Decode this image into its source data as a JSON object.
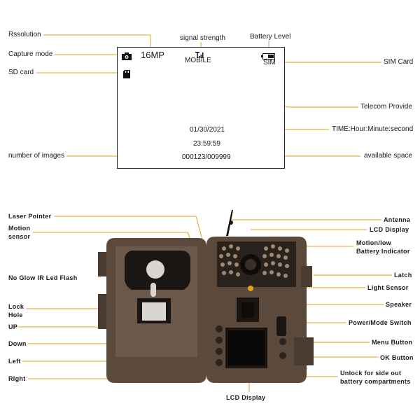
{
  "lcd_screen": {
    "resolution_value": "16MP",
    "network": "MOBILE",
    "sim": "SIM",
    "date": "01/30/2021",
    "time": "23:59:59",
    "counter": "000123/009999"
  },
  "lcd_callouts": {
    "resolution": "Rssolution",
    "capture_mode": "Capture mode",
    "sd_card": "SD card",
    "signal_strength": "signal strength",
    "battery_level": "Battery Level",
    "sim_card": "SIM Card",
    "telecom_provider": "Telecom Provide",
    "time_format": "TIME:Hour:Minute:second",
    "number_of_images": "number of images",
    "available_space": "available space"
  },
  "camera_callouts_left": {
    "laser_pointer": "Laser Pointer",
    "motion_sensor_1": "Motion",
    "motion_sensor_2": "sensor",
    "no_glow_flash": "No Glow IR Led Flash",
    "lock_hole_1": "Lock",
    "lock_hole_2": "Hole",
    "up": "UP",
    "down": "Down",
    "left": "Left",
    "right": "RIght"
  },
  "camera_callouts_right": {
    "antenna": "Antenna",
    "lcd_display": "LCD Display",
    "motion_indicator_1": "Motion/low",
    "motion_indicator_2": "Battery Indicator",
    "latch": "Latch",
    "light_sensor": "Light Sensor",
    "speaker": "Speaker",
    "power_mode_switch": "Power/Mode Switch",
    "menu_button": "Menu Button",
    "ok_button": "OK Button",
    "unlock_1": "Unlock for side out",
    "unlock_2": "battery compartments"
  },
  "camera_callouts_bottom": {
    "lcd_display": "LCD Display"
  },
  "colors": {
    "leader_line": "#e8a317",
    "camera_body": "#5a4a3e",
    "text": "#1a1a1a"
  }
}
